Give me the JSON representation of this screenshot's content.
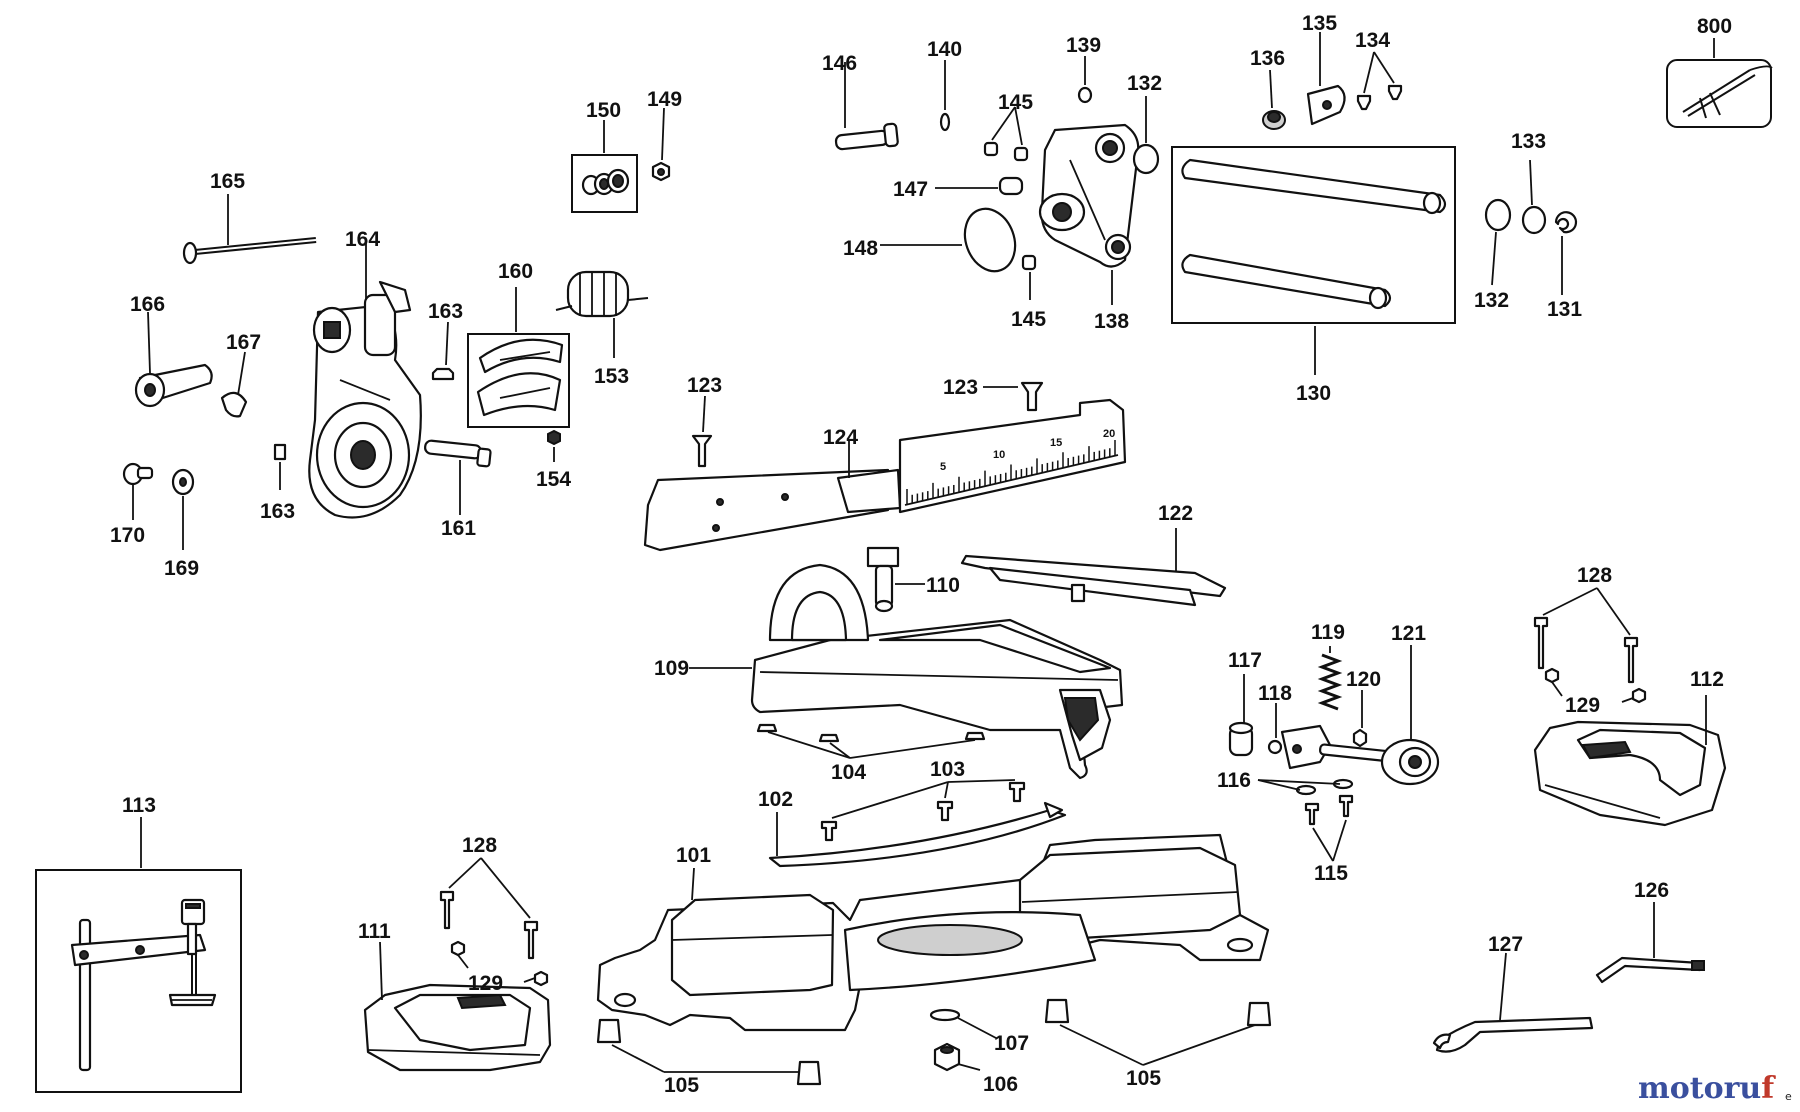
{
  "callouts": [
    {
      "id": "800",
      "text": "800"
    },
    {
      "id": "146",
      "text": "146"
    },
    {
      "id": "140",
      "text": "140"
    },
    {
      "id": "139",
      "text": "139"
    },
    {
      "id": "145a",
      "text": "145"
    },
    {
      "id": "132a",
      "text": "132"
    },
    {
      "id": "136",
      "text": "136"
    },
    {
      "id": "135",
      "text": "135"
    },
    {
      "id": "134",
      "text": "134"
    },
    {
      "id": "150",
      "text": "150"
    },
    {
      "id": "149",
      "text": "149"
    },
    {
      "id": "147",
      "text": "147"
    },
    {
      "id": "148",
      "text": "148"
    },
    {
      "id": "145b",
      "text": "145"
    },
    {
      "id": "138",
      "text": "138"
    },
    {
      "id": "133",
      "text": "133"
    },
    {
      "id": "132b",
      "text": "132"
    },
    {
      "id": "131",
      "text": "131"
    },
    {
      "id": "130",
      "text": "130"
    },
    {
      "id": "165",
      "text": "165"
    },
    {
      "id": "164",
      "text": "164"
    },
    {
      "id": "160",
      "text": "160"
    },
    {
      "id": "166",
      "text": "166"
    },
    {
      "id": "167",
      "text": "167"
    },
    {
      "id": "163a",
      "text": "163"
    },
    {
      "id": "153",
      "text": "153"
    },
    {
      "id": "123a",
      "text": "123"
    },
    {
      "id": "123b",
      "text": "123"
    },
    {
      "id": "124",
      "text": "124"
    },
    {
      "id": "154",
      "text": "154"
    },
    {
      "id": "163b",
      "text": "163"
    },
    {
      "id": "161",
      "text": "161"
    },
    {
      "id": "170",
      "text": "170"
    },
    {
      "id": "169",
      "text": "169"
    },
    {
      "id": "122",
      "text": "122"
    },
    {
      "id": "110",
      "text": "110"
    },
    {
      "id": "109",
      "text": "109"
    },
    {
      "id": "117",
      "text": "117"
    },
    {
      "id": "119",
      "text": "119"
    },
    {
      "id": "121",
      "text": "121"
    },
    {
      "id": "118",
      "text": "118"
    },
    {
      "id": "120",
      "text": "120"
    },
    {
      "id": "128a",
      "text": "128"
    },
    {
      "id": "129a",
      "text": "129"
    },
    {
      "id": "112",
      "text": "112"
    },
    {
      "id": "104",
      "text": "104"
    },
    {
      "id": "103",
      "text": "103"
    },
    {
      "id": "116",
      "text": "116"
    },
    {
      "id": "115",
      "text": "115"
    },
    {
      "id": "102",
      "text": "102"
    },
    {
      "id": "113",
      "text": "113"
    },
    {
      "id": "128b",
      "text": "128"
    },
    {
      "id": "101",
      "text": "101"
    },
    {
      "id": "111",
      "text": "111"
    },
    {
      "id": "129b",
      "text": "129"
    },
    {
      "id": "126",
      "text": "126"
    },
    {
      "id": "127",
      "text": "127"
    },
    {
      "id": "107",
      "text": "107"
    },
    {
      "id": "105a",
      "text": "105"
    },
    {
      "id": "106",
      "text": "106"
    },
    {
      "id": "105b",
      "text": "105"
    }
  ],
  "fence_scale": [
    "5",
    "10",
    "15",
    "20"
  ],
  "watermark": {
    "brand": "motoruf",
    "suffix": "e"
  },
  "colors": {
    "line": "#111111",
    "background": "#ffffff",
    "watermark_blue": "#3a4f9e",
    "watermark_red": "#c0392b"
  }
}
